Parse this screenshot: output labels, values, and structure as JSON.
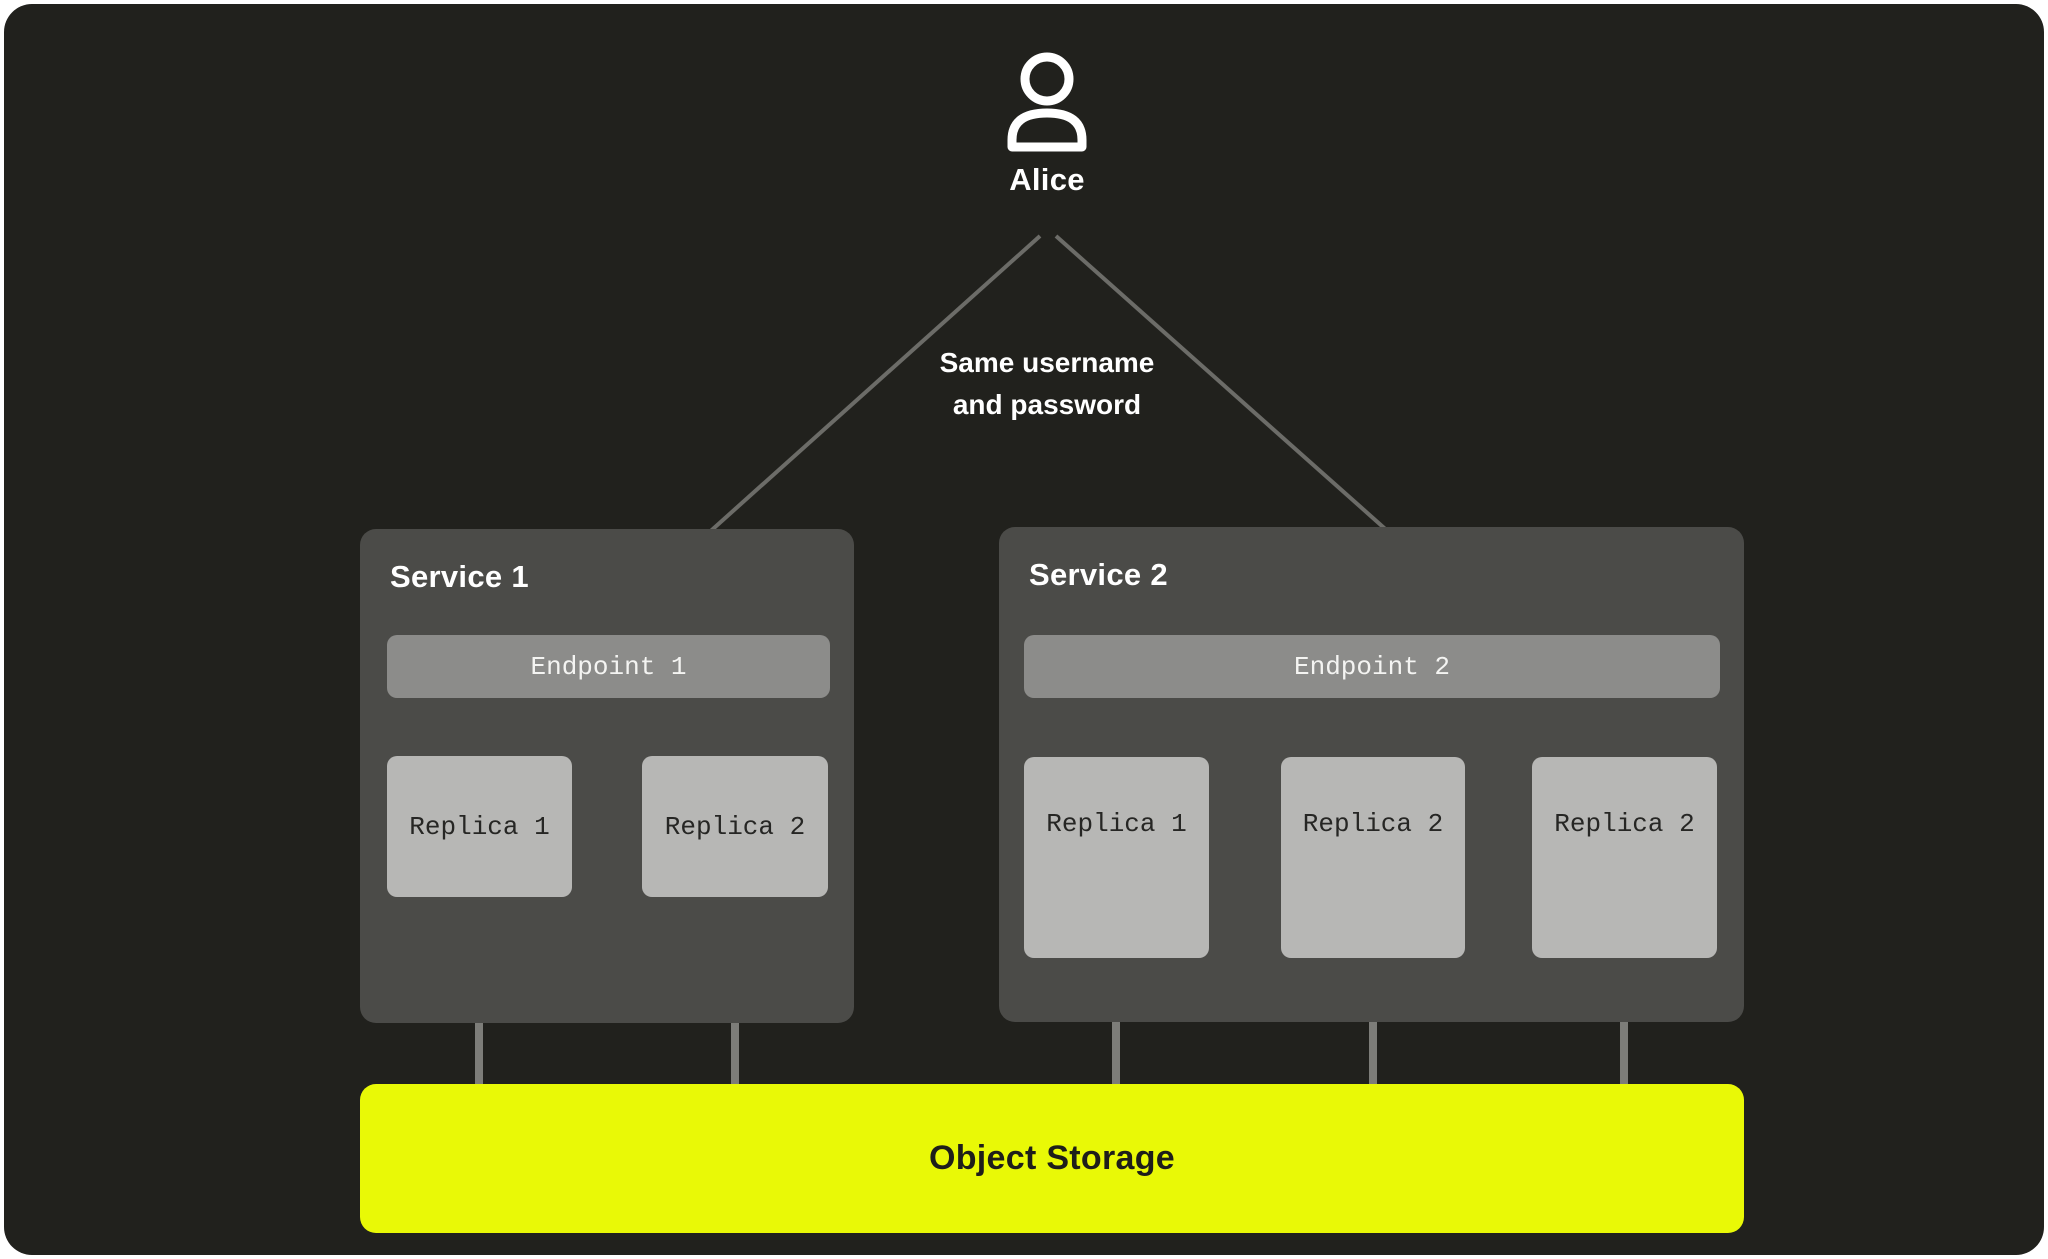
{
  "diagram": {
    "user": {
      "name": "Alice",
      "icon": "person-icon"
    },
    "connection_label": {
      "line1": "Same username",
      "line2": "and password"
    },
    "services": [
      {
        "label": "Service 1",
        "endpoint": "Endpoint 1",
        "replicas": [
          "Replica 1",
          "Replica 2"
        ]
      },
      {
        "label": "Service 2",
        "endpoint": "Endpoint 2",
        "replicas": [
          "Replica 1",
          "Replica 2",
          "Replica 2"
        ]
      }
    ],
    "storage": {
      "label": "Object Storage"
    },
    "colors": {
      "background": "#21211d",
      "service_box": "#4b4b48",
      "endpoint_bar": "#8c8c8a",
      "replica_box": "#b7b7b5",
      "storage": "#e9f906",
      "connector_line": "#7d7d79",
      "arrow": "#6c6c68"
    }
  }
}
